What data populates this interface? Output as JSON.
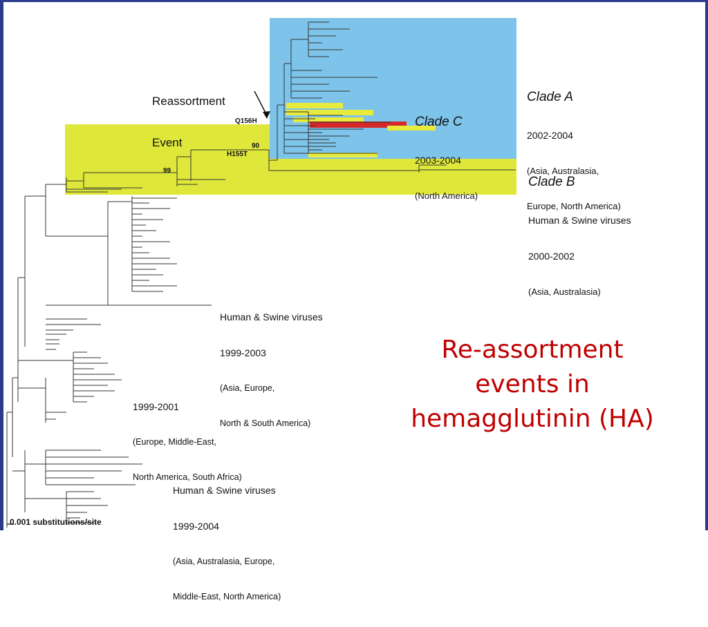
{
  "caption": {
    "line1": "Re-assortment",
    "line2": "events in",
    "line3": "hemagglutinin (HA)"
  },
  "annotation": {
    "line1": "Reassortment",
    "line2": "Event"
  },
  "clade_a": {
    "title": "Clade A",
    "years": "2002-2004",
    "region1": "(Asia, Australasia,",
    "region2": "Europe, North America)"
  },
  "clade_b": {
    "title": "Clade B",
    "hosts": "Human & Swine viruses",
    "years": "2000-2002",
    "region": "(Asia, Australasia)"
  },
  "clade_c": {
    "title": "Clade C",
    "years": "2003-2004",
    "region": "(North America)"
  },
  "group1": {
    "hosts": "Human & Swine viruses",
    "years": "1999-2003",
    "region1": "(Asia, Europe,",
    "region2": "North & South America)"
  },
  "group2": {
    "years": "1999-2001",
    "region1": "(Europe, Middle-East,",
    "region2": "North America, South Africa)"
  },
  "group3": {
    "hosts": "Human & Swine viruses",
    "years": "1999-2004",
    "region1": "(Asia, Australasia, Europe,",
    "region2": "Middle-East, North America)"
  },
  "mutations": {
    "q156h": "Q156H",
    "h155t": "H155T"
  },
  "bootstrap": {
    "b90": "90",
    "b99": "99"
  },
  "scale": "0.001 substitutions/site",
  "colors": {
    "clade_a_bg": "#7ec4ea",
    "clade_b_bg": "#dfe83a",
    "clade_c_highlight": "#e8ea3c",
    "reassortant": "#d62828",
    "caption": "#c00000",
    "frame": "#2b3a8c"
  }
}
